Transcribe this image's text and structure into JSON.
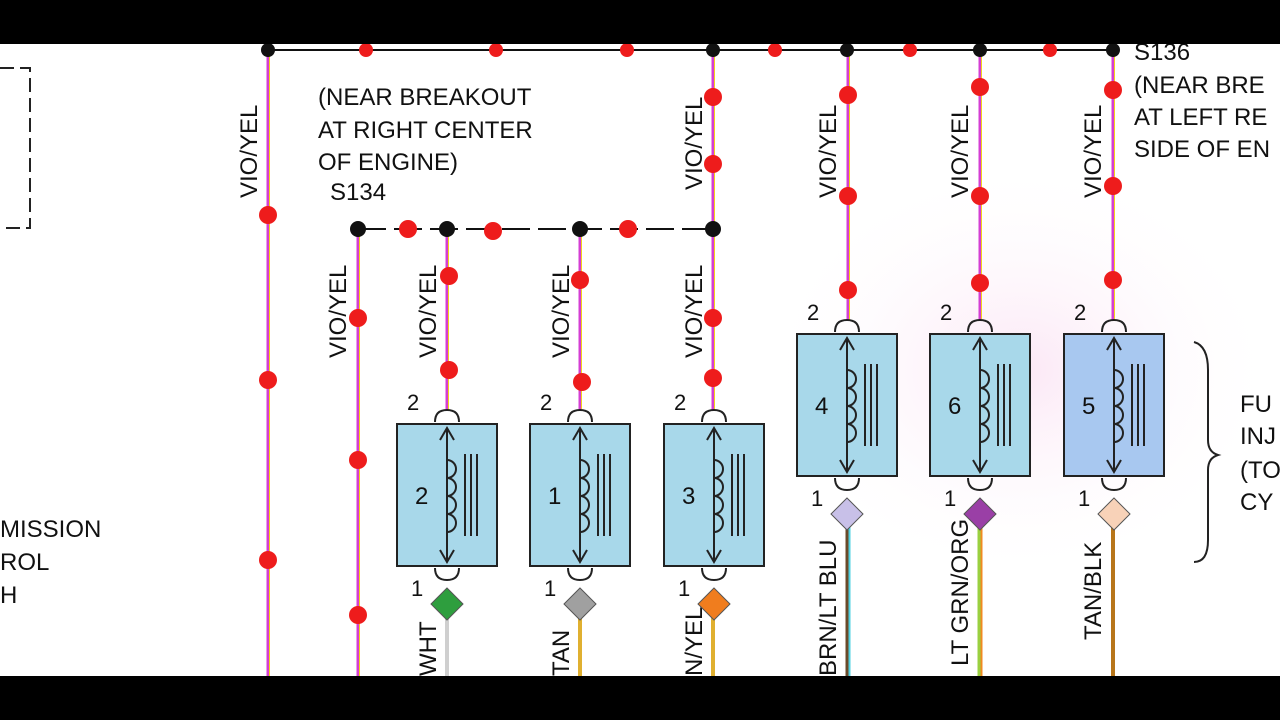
{
  "diagram": {
    "splices": {
      "s134": {
        "note_lines": [
          "(NEAR BREAKOUT",
          "AT RIGHT CENTER",
          "OF ENGINE)"
        ],
        "label": "S134"
      },
      "s136": {
        "label": "S136",
        "note_lines": [
          "(NEAR BRE",
          "AT LEFT RE",
          "SIDE OF EN"
        ]
      }
    },
    "wire_labels": {
      "vio_yel": "VIO/YEL",
      "wht": "WHT",
      "tan": "TAN",
      "n_yel": "N/YEL",
      "brn_lt_blu": "BRN/LT BLU",
      "lt_grn_org": "LT GRN/ORG",
      "tan_blk": "TAN/BLK"
    },
    "pins": {
      "top": "2",
      "bottom": "1"
    },
    "injectors": [
      {
        "number": "2",
        "bottom_color": "#2e9e3e"
      },
      {
        "number": "1",
        "bottom_color": "#a0a0a0"
      },
      {
        "number": "3",
        "bottom_color": "#f07d1e"
      },
      {
        "number": "4",
        "bottom_color": "#c8c0e8"
      },
      {
        "number": "6",
        "bottom_color": "#9a3fa6"
      },
      {
        "number": "5",
        "bottom_color": "#f8d2b8"
      }
    ],
    "left_fragment_lines": [
      "MISSION",
      "ROL",
      "H"
    ],
    "right_fragment_lines": [
      "FU",
      "INJ",
      "(TO",
      "CY"
    ],
    "colors": {
      "trace": "#ee1c1c",
      "vio_wire": "#d43fd4",
      "yel_wire": "#f2d21c",
      "injector_fill_a": "#a8d8ea",
      "injector_fill_b": "#a8c8f0"
    }
  }
}
